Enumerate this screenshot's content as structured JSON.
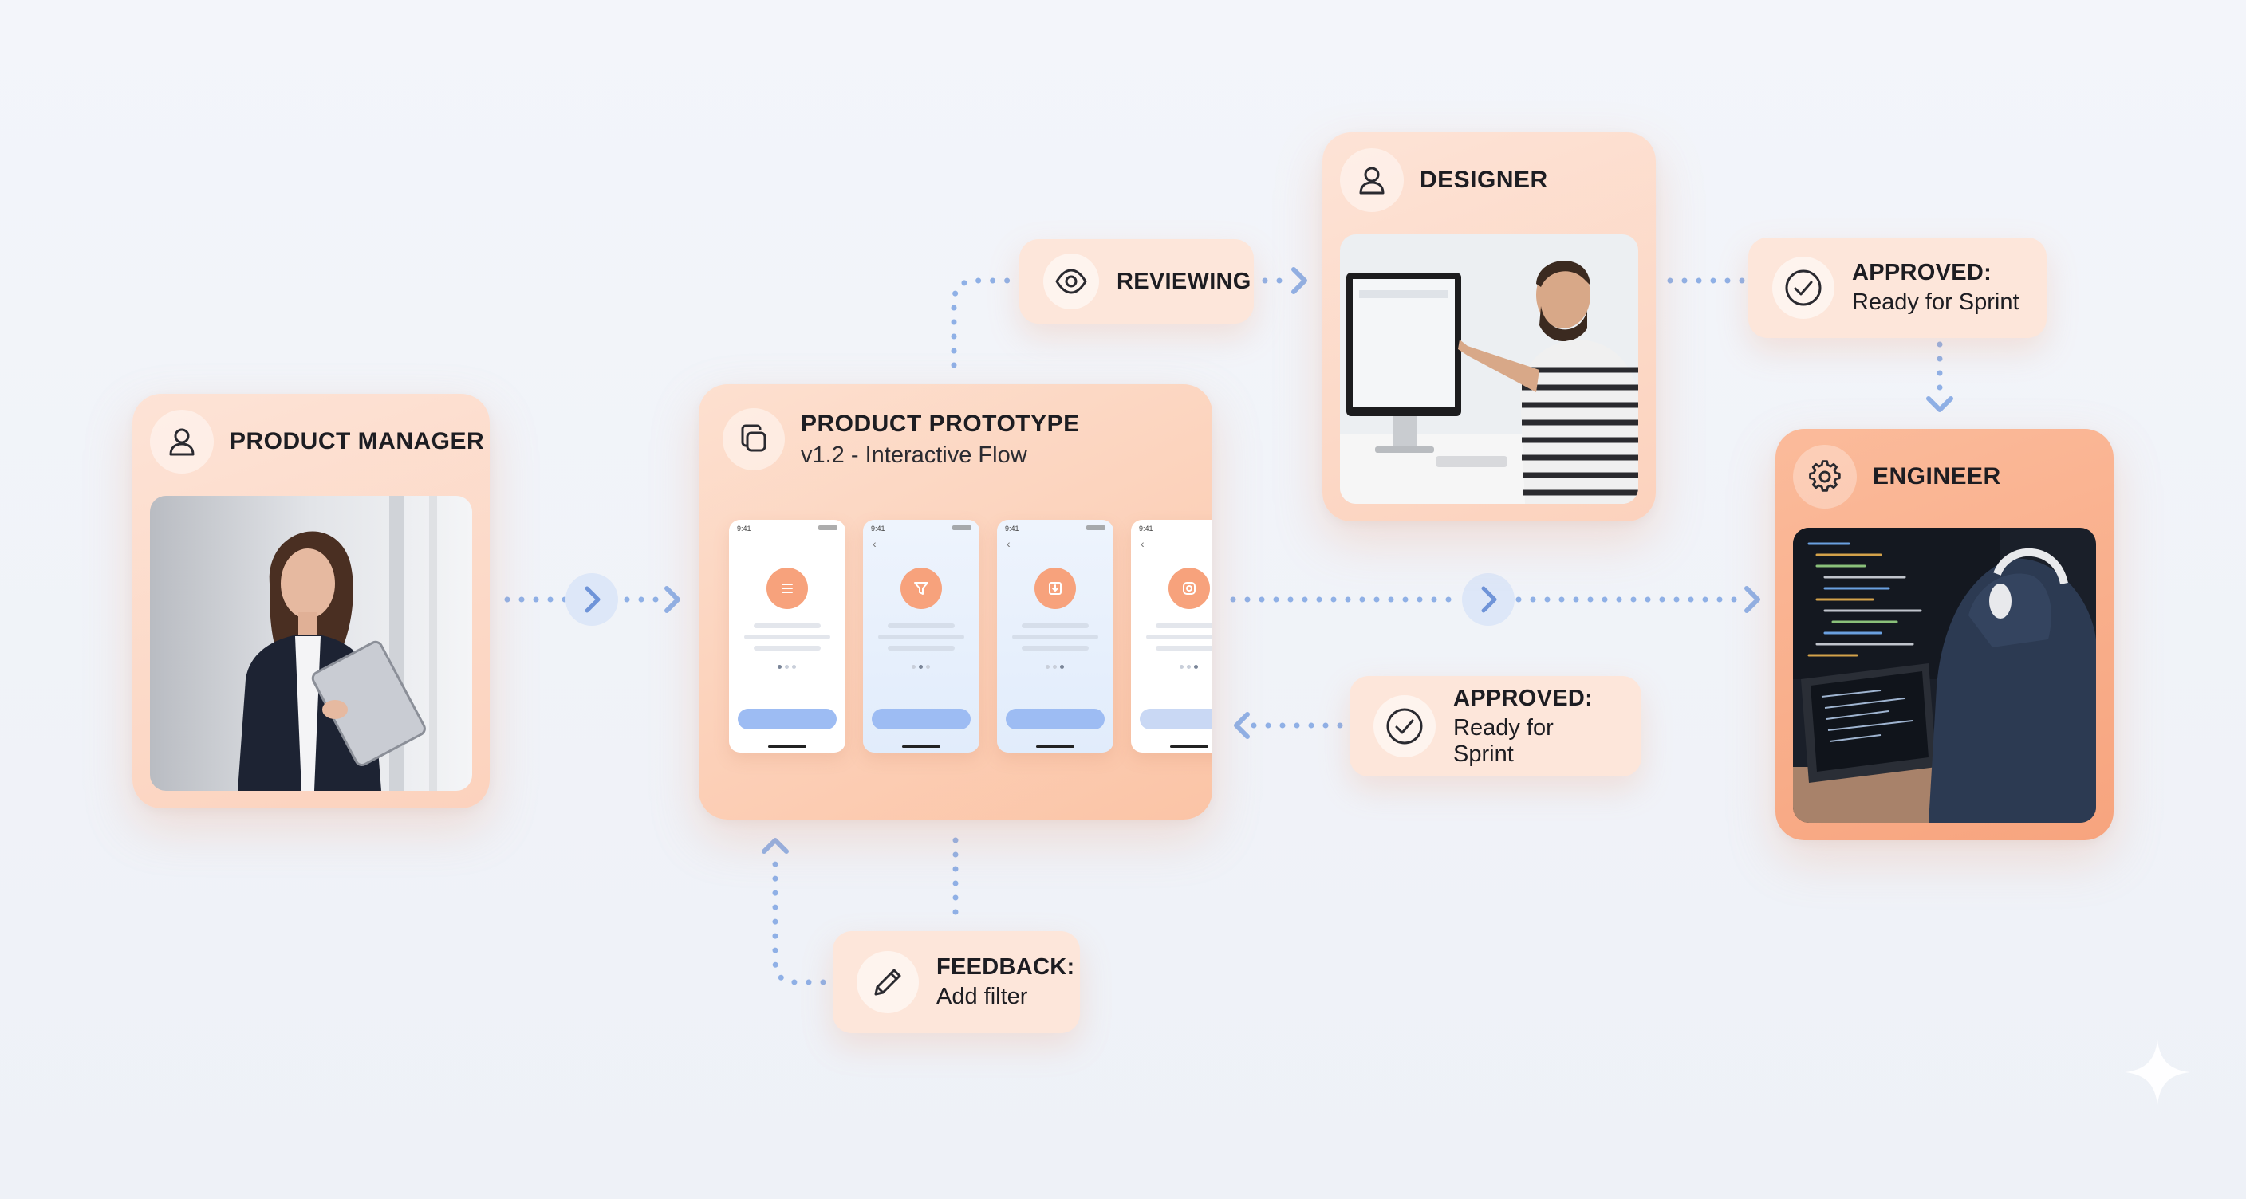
{
  "nodes": {
    "product_manager": {
      "title": "PRODUCT MANAGER",
      "icon": "user-icon"
    },
    "prototype": {
      "title": "PRODUCT PROTOTYPE",
      "subtitle": "v1.2 - Interactive Flow",
      "icon": "copy-layers-icon"
    },
    "designer": {
      "title": "DESIGNER",
      "icon": "user-icon"
    },
    "engineer": {
      "title": "ENGINEER",
      "icon": "gear-icon"
    }
  },
  "badges": {
    "reviewing": {
      "title": "REVIEWING",
      "icon": "eye-icon"
    },
    "approved_top": {
      "title": "APPROVED:",
      "subtitle": "Ready for Sprint",
      "icon": "check-circle-icon"
    },
    "approved_mid": {
      "title": "APPROVED:",
      "subtitle": "Ready for Sprint",
      "icon": "check-circle-icon"
    },
    "feedback": {
      "title": "FEEDBACK:",
      "subtitle": "Add filter",
      "icon": "pencil-icon"
    }
  },
  "colors": {
    "card": "#fcd2bd",
    "engineer_card": "#f7a47e",
    "connector": "#8fb0e6",
    "accent": "#f7a27c"
  }
}
